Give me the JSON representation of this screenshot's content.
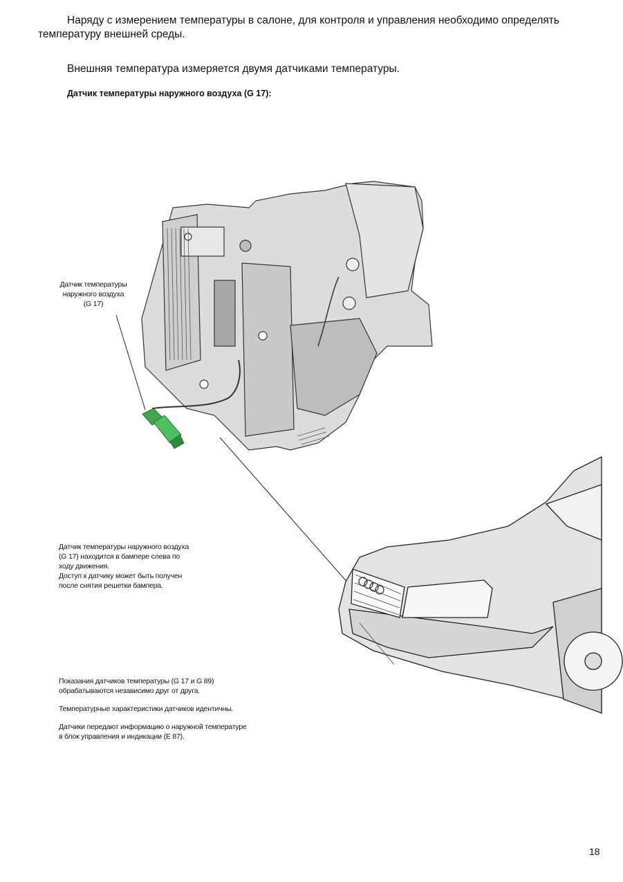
{
  "text": {
    "paragraph1": "Наряду с измерением температуры в салоне, для контроля и управления необходимо определять температуру внешней среды.",
    "paragraph2": "Внешняя температура измеряется двумя датчиками температуры.",
    "subheading": "Датчик температуры наружного воздуха (G 17):"
  },
  "figure": {
    "callout_line1": "Датчик температуры",
    "callout_line2": "наружного воздуха",
    "callout_line3": "(G 17)",
    "description_line1": "Датчик температуры наружного воздуха",
    "description_line2": "(G 17) находится в бампере слева по",
    "description_line3": "ходу движения.",
    "description_line4": "Доступ к датчику может быть получен",
    "description_line5": "после снятия решетки бампера.",
    "sensor_color": "#3fa84f"
  },
  "notes": {
    "note1_line1": "Показания датчиков температуры (G 17 и G 89)",
    "note1_line2": "обрабатываются независимо друг от друга.",
    "note2": "Температурные характеристики датчиков идентичны.",
    "note3_line1": "Датчики передают информацию о наружной температуре",
    "note3_line2": "в блок управления и индикации (E 87)."
  },
  "page_number": "18"
}
